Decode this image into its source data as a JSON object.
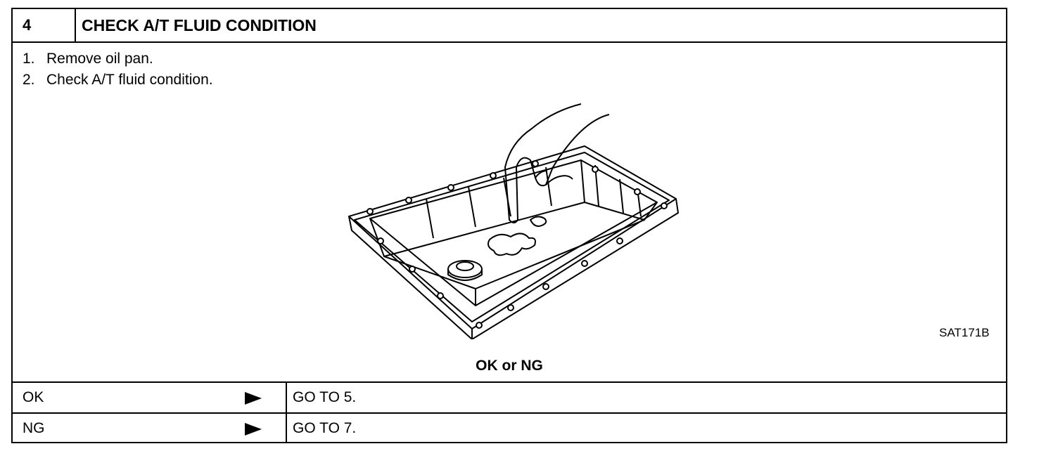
{
  "header": {
    "step_number": "4",
    "title": "CHECK A/T FLUID CONDITION"
  },
  "steps": [
    {
      "num": "1.",
      "text": "Remove oil pan."
    },
    {
      "num": "2.",
      "text": "Check A/T fluid condition."
    }
  ],
  "figure": {
    "code": "SAT171B"
  },
  "verdict": "OK or NG",
  "results": [
    {
      "label": "OK",
      "action": "GO TO 5."
    },
    {
      "label": "NG",
      "action": "GO TO 7."
    }
  ]
}
